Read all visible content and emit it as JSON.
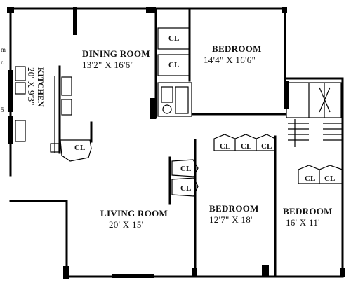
{
  "rooms": {
    "dining": {
      "label": "DINING ROOM",
      "dims": "13'2\" X 16'6\""
    },
    "bedroom_master": {
      "label": "BEDROOM",
      "dims": "14'4\" X 16'6\""
    },
    "kitchen": {
      "label": "KITCHEN",
      "dims": "20' X 9'3\""
    },
    "living": {
      "label": "LIVING ROOM",
      "dims": "20' X 15'"
    },
    "bedroom_2": {
      "label": "BEDROOM",
      "dims": "12'7\" X 18'"
    },
    "bedroom_3": {
      "label": "BEDROOM",
      "dims": "16' X 11'"
    }
  },
  "closet_label": "CL",
  "edge_marks": [
    "m",
    "r.",
    "5"
  ]
}
